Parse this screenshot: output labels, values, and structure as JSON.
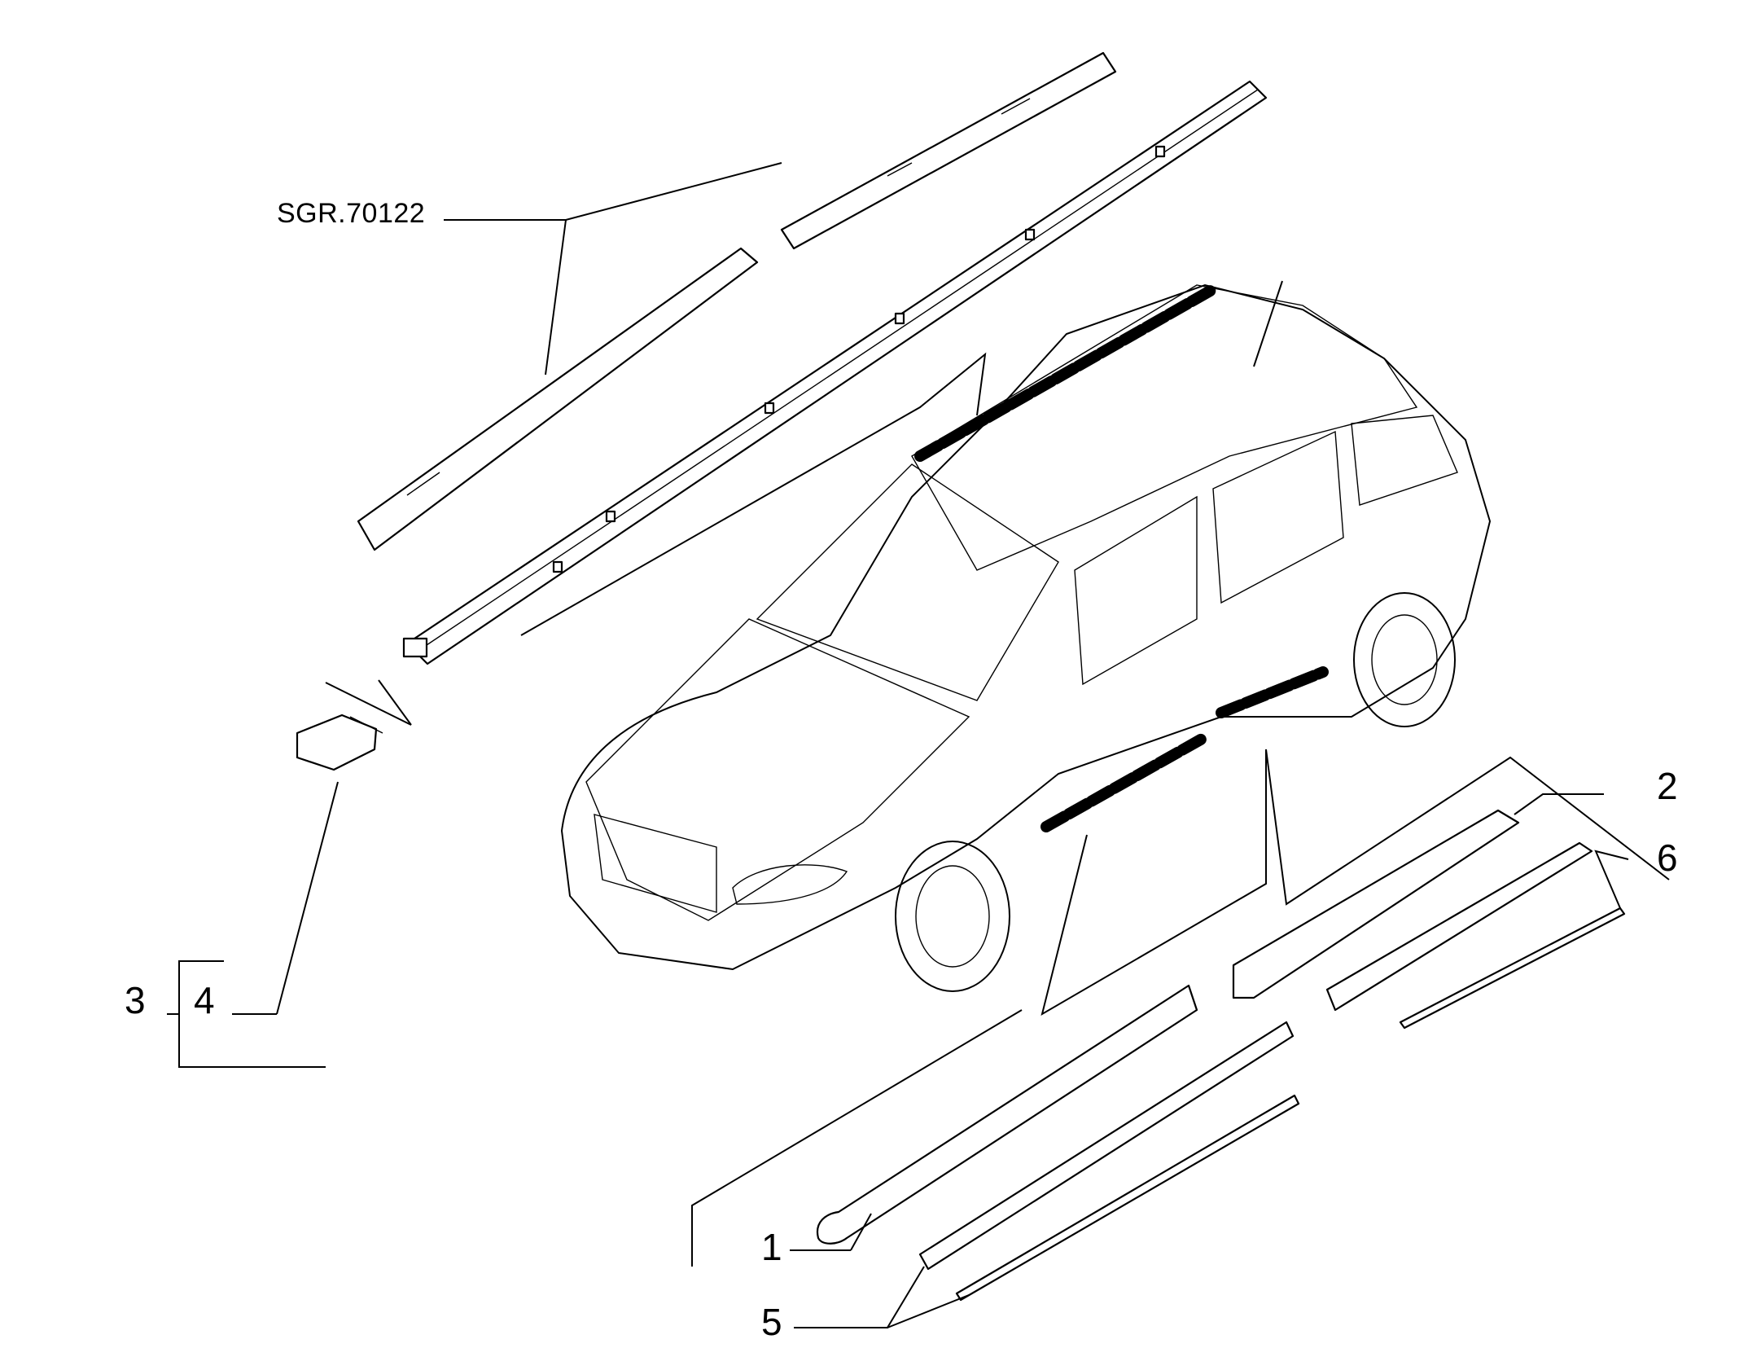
{
  "diagram": {
    "reference_label": "SGR.70122",
    "callouts": {
      "c1": "1",
      "c2": "2",
      "c3": "3",
      "c4": "4",
      "c5": "5",
      "c6": "6"
    }
  }
}
